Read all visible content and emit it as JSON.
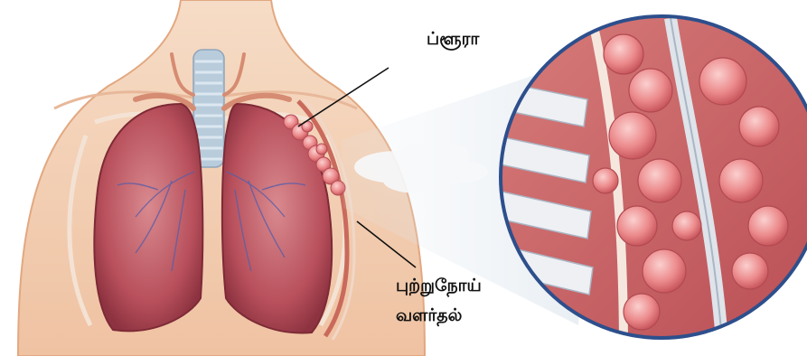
{
  "labels": {
    "pleura": "ப்ளூரா",
    "growth_line1": "புற்றுநோய்",
    "growth_line2": "வளர்தல்"
  },
  "colors": {
    "lung": "#b8505c",
    "lung_light": "#d98a8f",
    "skin": "#f2c8a8",
    "trachea": "#b9ccdc",
    "tumor": "#e98a8c",
    "pleura_band": "#c96a5c"
  }
}
